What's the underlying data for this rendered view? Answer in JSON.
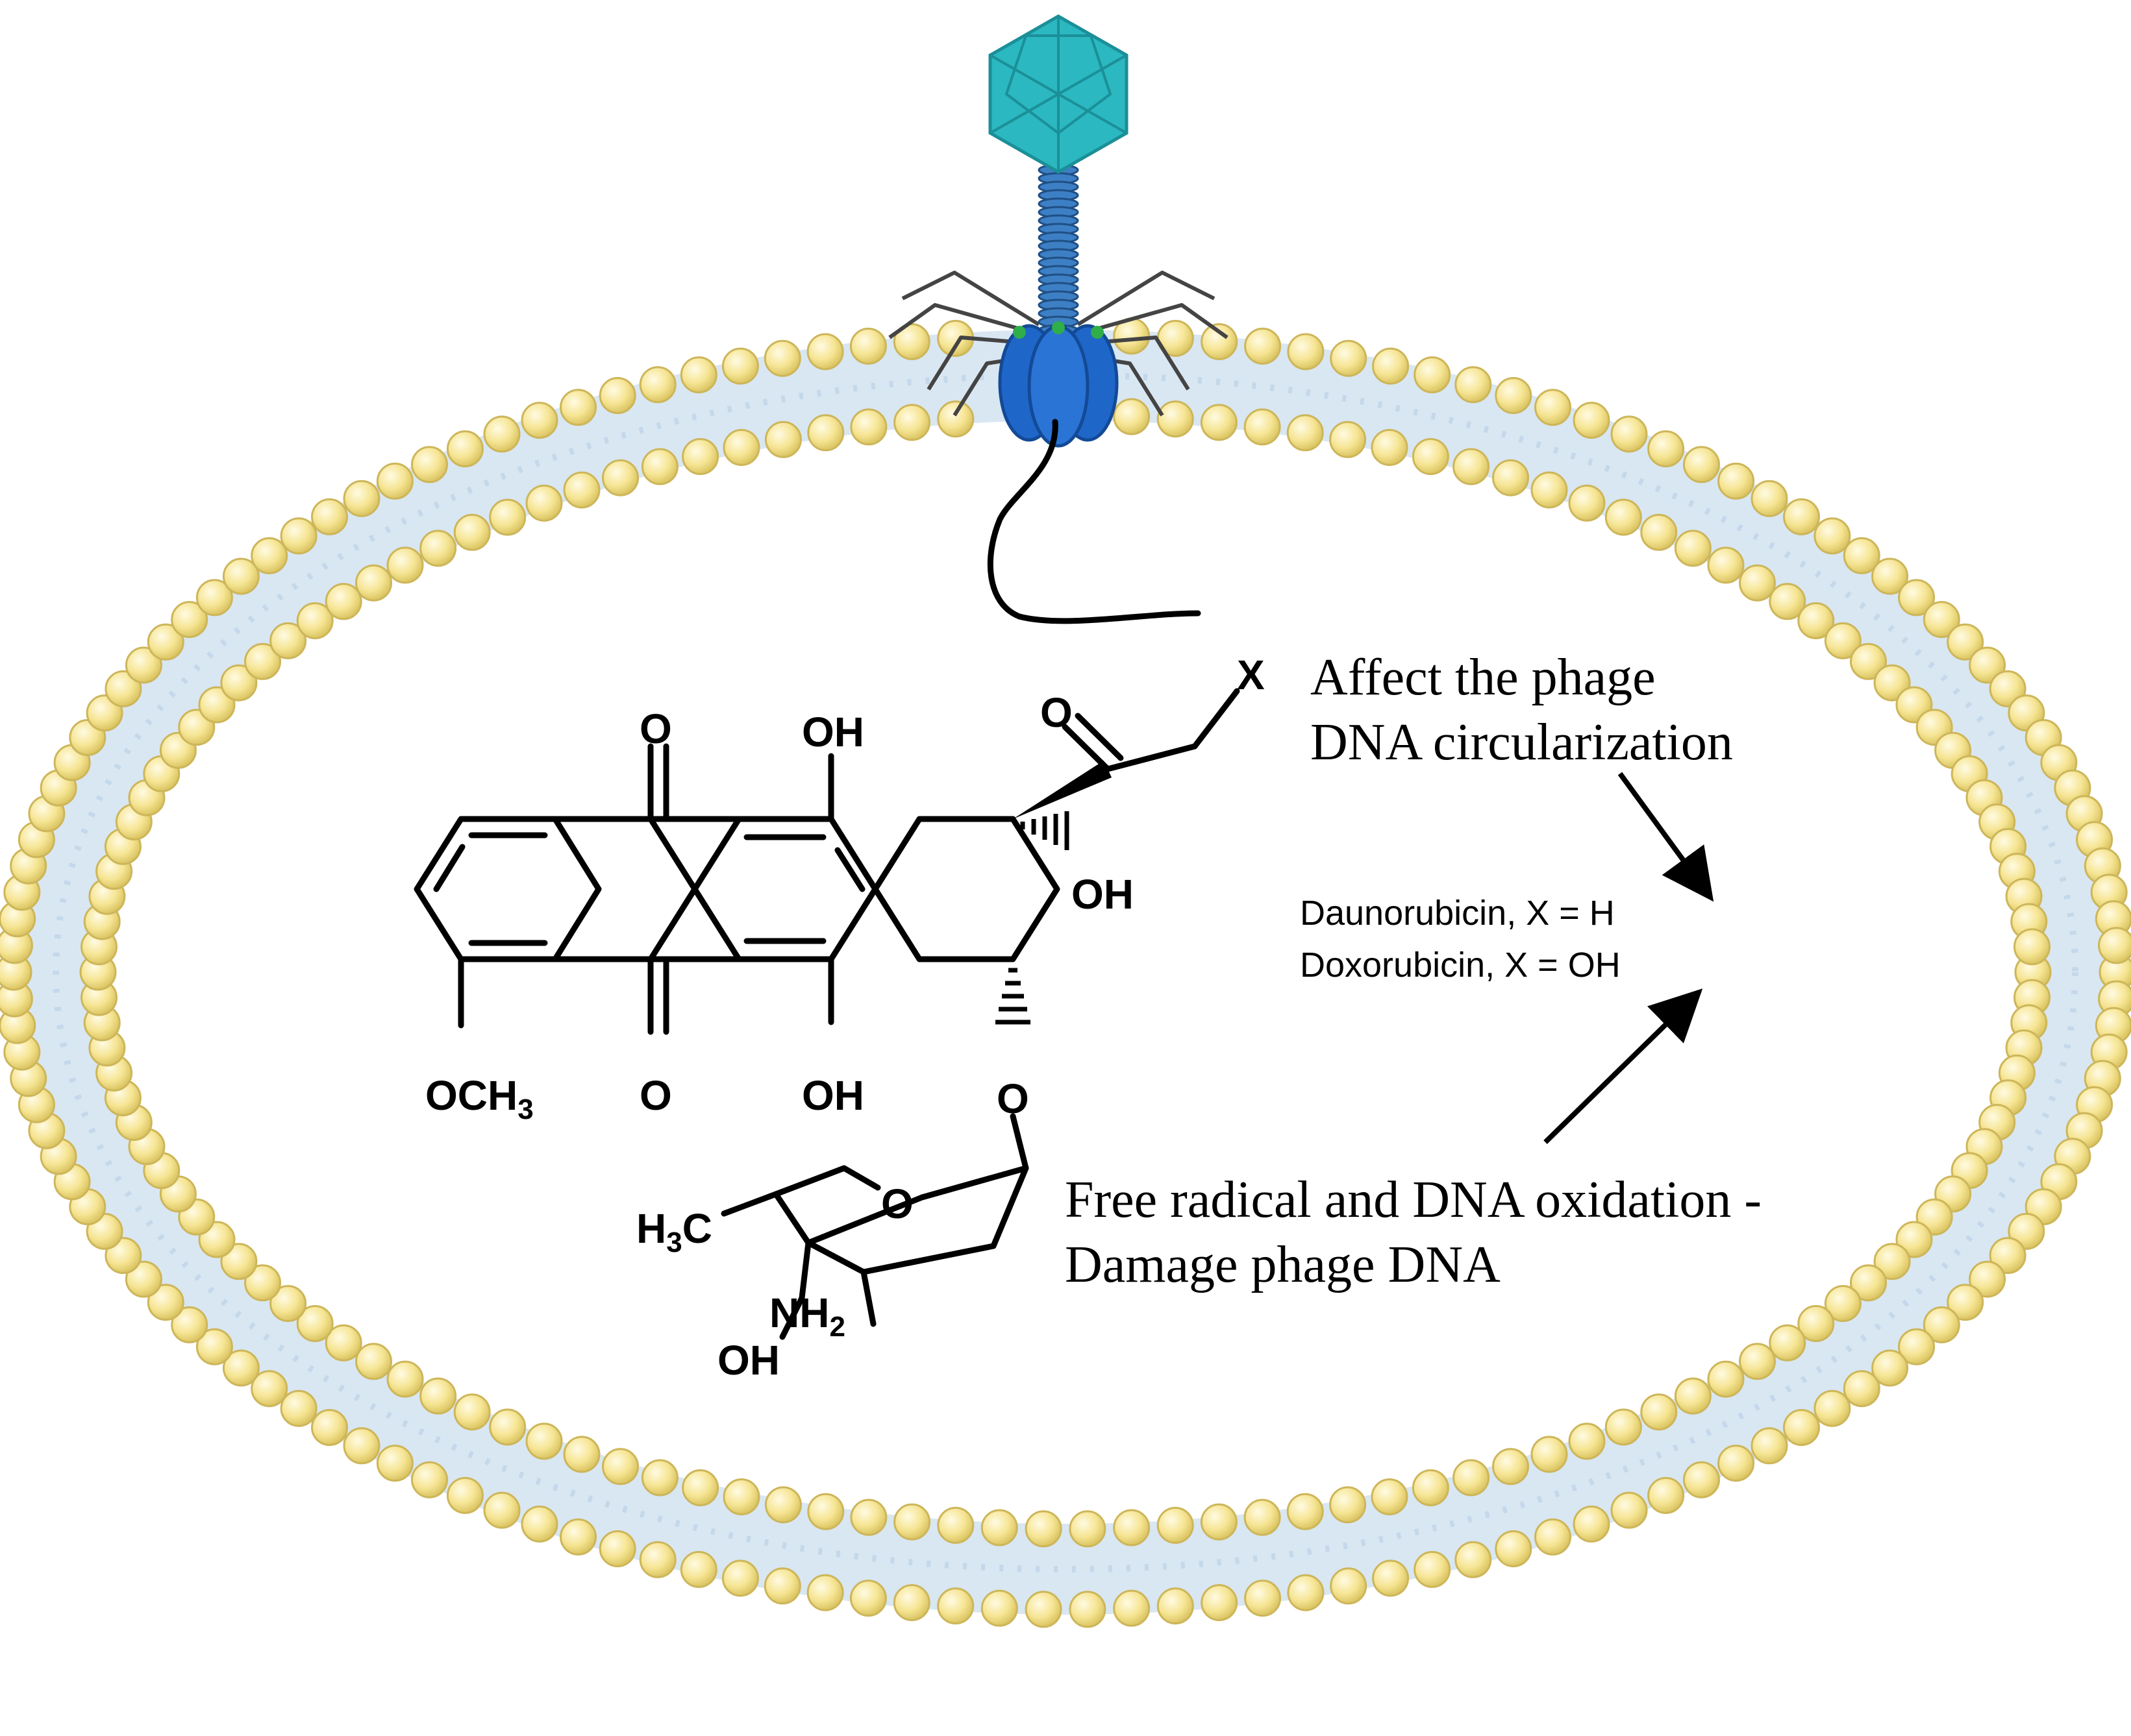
{
  "annotations": {
    "circularization_line1": "Affect the phage",
    "circularization_line2": "DNA circularization",
    "oxidation_line1": "Free radical and DNA oxidation -",
    "oxidation_line2": "Damage phage DNA"
  },
  "compounds": {
    "line1": "Daunorubicin,  X  = H",
    "line2": "Doxorubicin,  X = OH"
  },
  "structure_labels": {
    "x": "X",
    "o_top": "O",
    "oh_top": "OH",
    "oh_right": "OH",
    "o_bottom": "O",
    "oh_bottom": "OH",
    "och3_main": "OCH",
    "och3_sub": "3",
    "o_ether": "O",
    "o_ring": "O",
    "h3c_main": "H",
    "h3c_sub": "3",
    "h3c_end": "C",
    "nh2_main": "NH",
    "nh2_sub": "2",
    "oh_sugar": "OH",
    "o_ketone": "O"
  },
  "colors": {
    "phage_head": "#2bb8c0",
    "phage_tail": "#3d7fc4",
    "baseplate": "#1f66c9",
    "lipid_head": "#f7e79a",
    "lipid_band": "#dbe8f4",
    "ink": "#000000"
  }
}
